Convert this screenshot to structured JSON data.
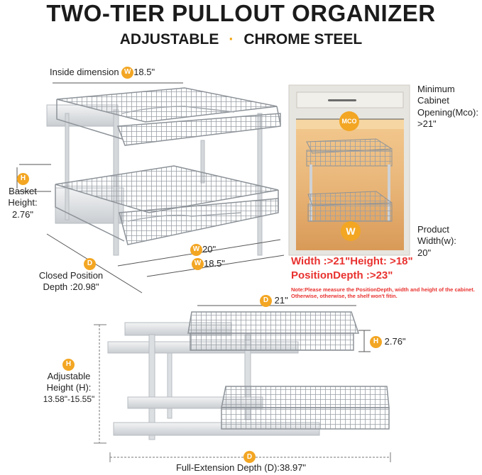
{
  "header": {
    "title": "TWO-TIER PULLOUT ORGANIZER",
    "subtitle_left": "ADJUSTABLE",
    "subtitle_sep": "·",
    "subtitle_right": "CHROME STEEL"
  },
  "top_left": {
    "inside_dimension_label": "Inside dimension",
    "inside_badge": "W",
    "inside_value": "18.5\"",
    "basket_badge": "H",
    "basket_label_1": "Basket",
    "basket_label_2": "Height:",
    "basket_value": "2.76\"",
    "width_badge_1": "W",
    "width_value_1": "20\"",
    "width_badge_2": "W",
    "width_value_2": "18.5\"",
    "depth_badge": "D",
    "closed_label": "Closed Position",
    "closed_value": "Depth :20.98\""
  },
  "cabinet": {
    "min_label_1": "Minimum",
    "min_label_2": "Cabinet",
    "min_label_3": "Opening(Mco):",
    "min_value": ">21\"",
    "mco_badge": "MCO",
    "w_badge": "W",
    "product_label_1": "Product",
    "product_label_2": "Width(w):",
    "product_value": "20\"",
    "req_line_1a": "Width :>21\"",
    "req_line_1b": "Height: >18\"",
    "req_line_2": "PositionDepth :>23\"",
    "note_1": "Note:Please measure the PositionDepth, width and height of the cabinet.",
    "note_2": "Otherwise, otherwise, the shelf won't fitin."
  },
  "bottom": {
    "d_badge_top": "D",
    "d_value_top": "21\"",
    "h_badge": "H",
    "h_value": "2.76\"",
    "adj_badge": "H",
    "adj_label_1": "Adjustable",
    "adj_label_2": "Height (H):",
    "adj_value": "13.58\"-15.55\"",
    "d_badge_bottom": "D",
    "full_ext_label": "Full-Extension Depth (D):38.97\""
  },
  "colors": {
    "accent": "#f3a623",
    "warning": "#e8322f",
    "chrome": "#a9aeb3",
    "cabinet_glow": "#e9b679"
  }
}
